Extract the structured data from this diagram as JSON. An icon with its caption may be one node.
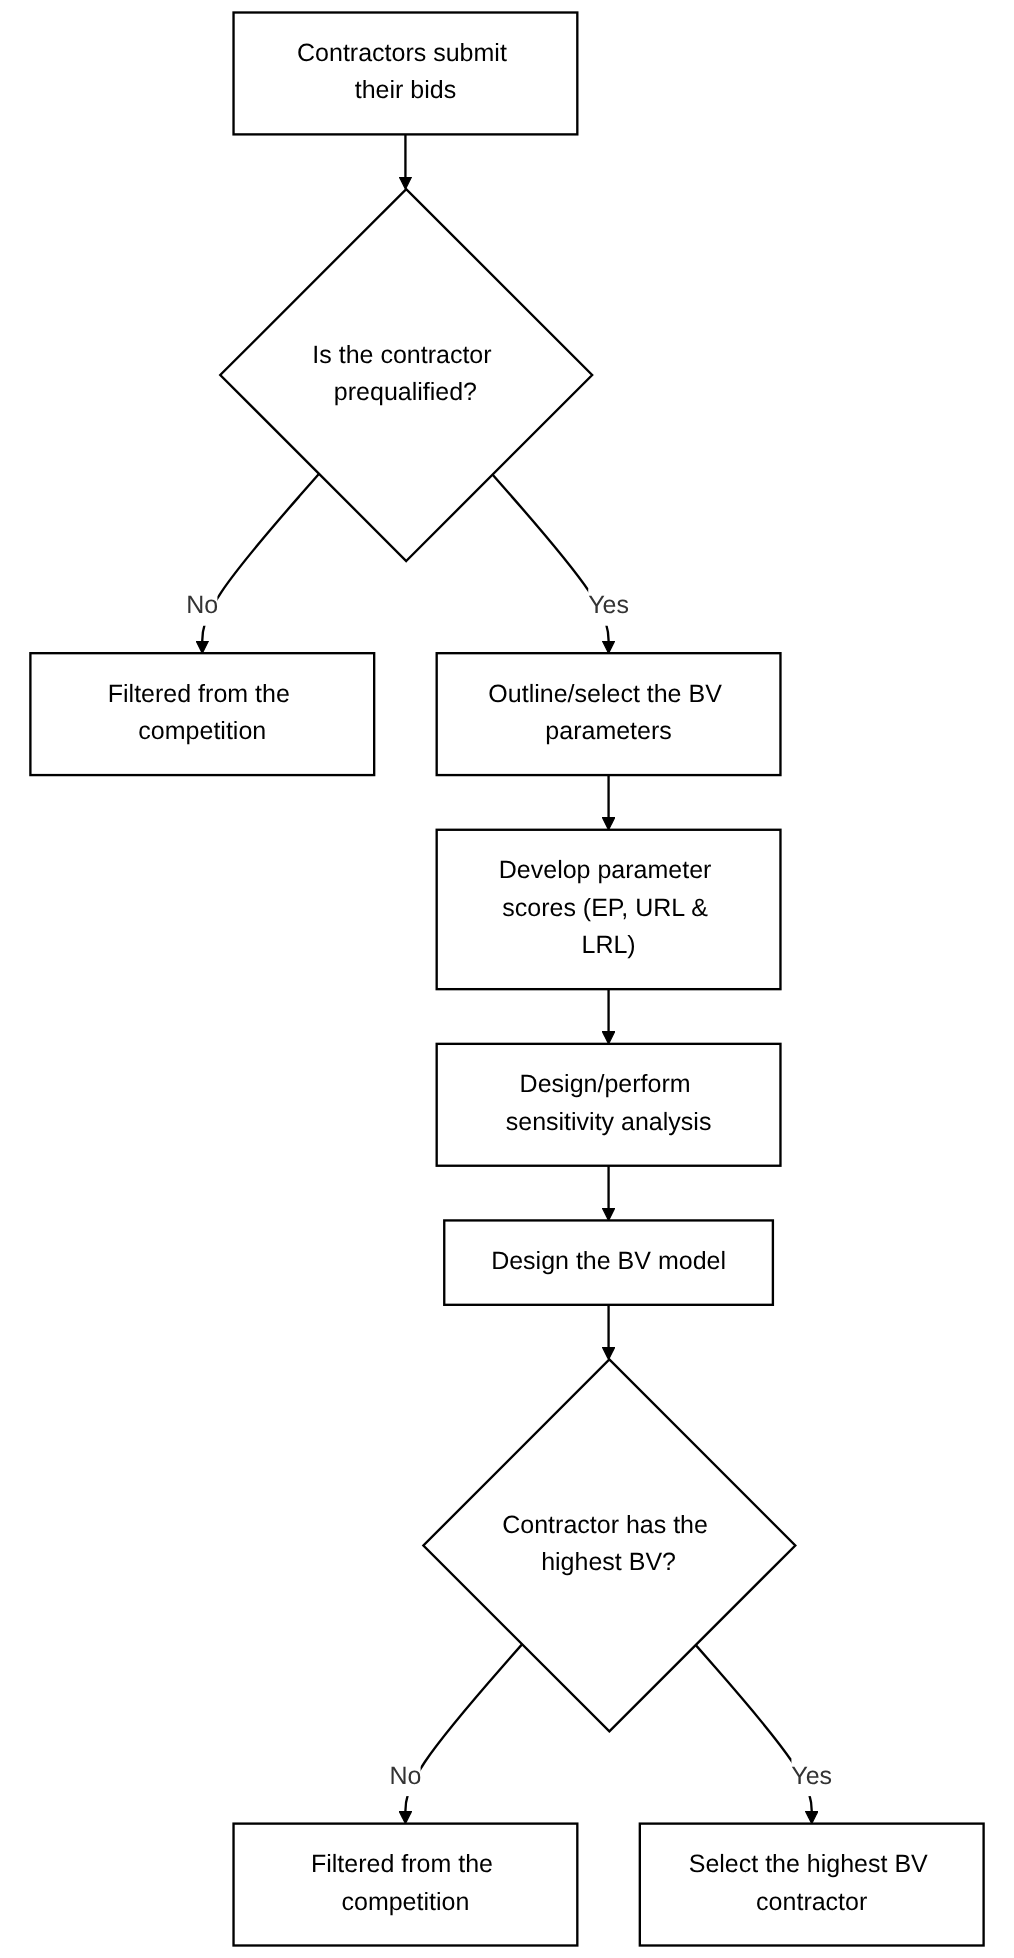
{
  "diagram": {
    "nodes": [
      {
        "text": [
          "Contractors submit their bids"
        ]
      },
      {
        "text": [
          "Is the contractor prequalified?"
        ]
      },
      {
        "text": [
          "Filtered from the competition"
        ]
      },
      {
        "text": [
          "Outline/select the BV parameters"
        ]
      },
      {
        "text": [
          "Develop parameter scores (EP, URL & LRL)"
        ]
      },
      {
        "text": [
          "Design/perform sensitivity analysis"
        ]
      },
      {
        "text": [
          "Design the BV model"
        ]
      },
      {
        "text": [
          "Contractor has the highest BV?"
        ]
      },
      {
        "text": [
          "Filtered from the competition"
        ]
      },
      {
        "text": [
          "Select the highest BV contractor"
        ]
      }
    ],
    "edges": [
      {
        "from": 0,
        "to": 1,
        "arrow": "to"
      },
      {
        "from": 1,
        "to": 2,
        "arrow": "to",
        "label": "No"
      },
      {
        "from": 1,
        "to": 3,
        "arrow": "to",
        "label": "Yes"
      },
      {
        "from": 3,
        "to": 4,
        "arrow": "to"
      },
      {
        "from": 4,
        "to": 5,
        "arrow": "to"
      },
      {
        "from": 5,
        "to": 6,
        "arrow": "to"
      },
      {
        "from": 6,
        "to": 7,
        "arrow": "to"
      },
      {
        "from": 7,
        "to": 8,
        "arrow": "to",
        "label": "No"
      },
      {
        "from": 7,
        "to": 9,
        "arrow": "to",
        "label": "Yes"
      }
    ]
  }
}
